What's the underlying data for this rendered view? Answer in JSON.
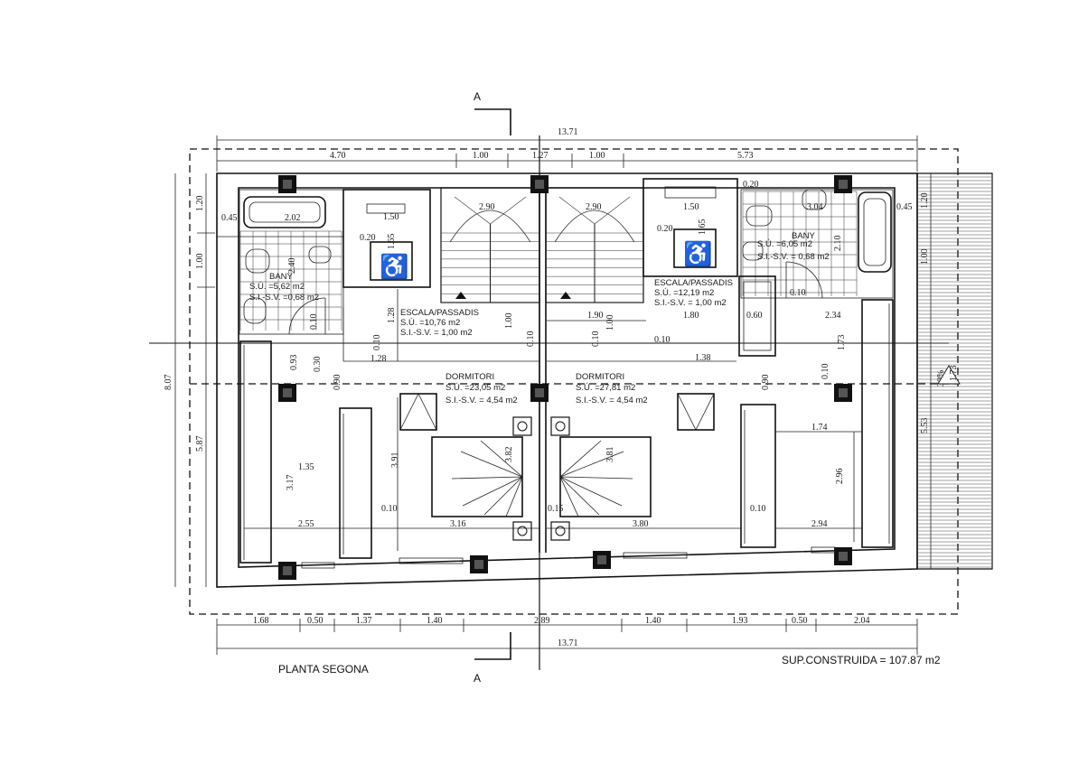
{
  "section_mark": "A",
  "overall": {
    "width": "13.71",
    "height": "8.07"
  },
  "top_dims": [
    "4.70",
    "1.00",
    "1.27",
    "1.00",
    "5.73"
  ],
  "bottom_dims": [
    "1.68",
    "0.50",
    "1.37",
    "1.40",
    "2.89",
    "1.40",
    "1.93",
    "0.50",
    "2.04"
  ],
  "left_dims": [
    "1.20",
    "1.00",
    "5.87"
  ],
  "right_dims": [
    "1.20",
    "1.00",
    "5.53"
  ],
  "rooms": {
    "bany_left": {
      "name": "BANY",
      "su": "S.Ú. =5,62 m2",
      "sisv": "S.I.-S.V. =0,68 m2"
    },
    "bany_right": {
      "name": "BANY",
      "su": "S.Ú. =6,05 m2",
      "sisv": "S.I.-S.V. = 0,68 m2"
    },
    "escala_left": {
      "name": "ESCALA/PASSADIS",
      "su": "S.Ú. =10,76 m2",
      "sisv": "S.I.-S.V. = 1,00 m2"
    },
    "escala_right": {
      "name": "ESCALA/PASSADIS",
      "su": "S.Ú. =12,19 m2",
      "sisv": "S.I.-S.V. = 1,00 m2"
    },
    "dorm_left": {
      "name": "DORMITORI",
      "su": "S.Ú. =23,05 m2",
      "sisv": "S.I.-S.V. = 4,54 m2"
    },
    "dorm_right": {
      "name": "DORMITORI",
      "su": "S.Ú. =27,81 m2",
      "sisv": "S.I.-S.V. = 4,54 m2"
    }
  },
  "inner_dims": {
    "a": "0.45",
    "b": "2.02",
    "c": "1.50",
    "d": "0.20",
    "e": "2.90",
    "f": "2.90",
    "g": "1.50",
    "h": "0.20",
    "i": "3.04",
    "j": "0.45",
    "k": "2.40",
    "l": "1.65",
    "m": "0.10",
    "n": "1.28",
    "o": "1.28",
    "p": "0.10",
    "q": "1.00",
    "r": "0.10",
    "s": "1.90",
    "t": "0.10",
    "u": "1.00",
    "v": "1.80",
    "w": "0.60",
    "x": "2.34",
    "y": "1.38",
    "z": "0.10",
    "aa": "0.93",
    "ab": "0.30",
    "ac": "0.90",
    "ad": "3.91",
    "ae": "3.82",
    "af": "3.81",
    "ag": "0.90",
    "ah": "0.10",
    "ai": "1.73",
    "aj": "1.74",
    "ak": "2.96",
    "al": "3.17",
    "am": "1.35",
    "an": "0.10",
    "ao": "0.15",
    "ap": "2.55",
    "aq": "3.16",
    "ar": "3.80",
    "as": "0.10",
    "at": "2.94",
    "au": "2.10",
    "av": "0.20",
    "aw": "1.35",
    "ax": "1.65",
    "ay": "0.20",
    "az": "0.10",
    "ba": "0.10"
  },
  "slope": "30%",
  "slope_val": "1.73",
  "plan_name": "PLANTA SEGONA",
  "sup_construida": "SUP.CONSTRUIDA  = 107.87 m2"
}
